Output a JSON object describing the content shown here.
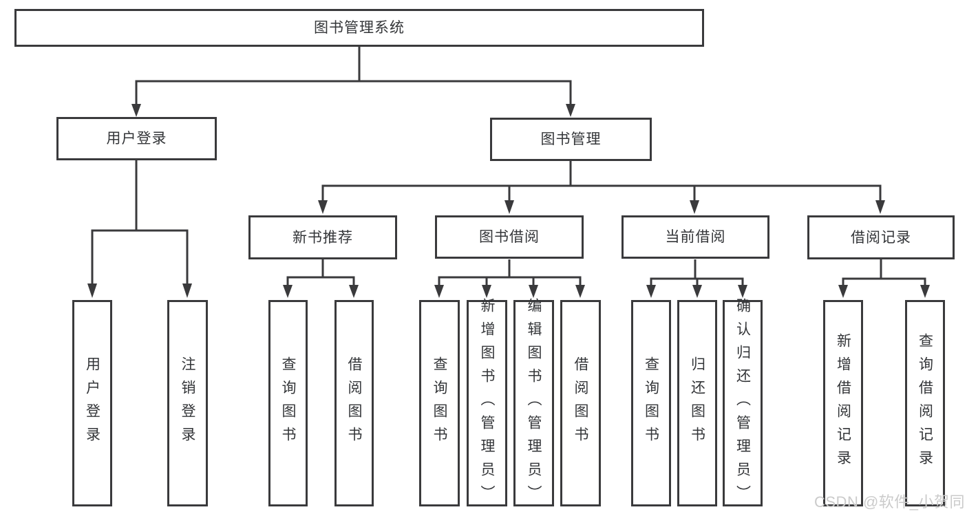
{
  "diagram": {
    "root": "图书管理系统",
    "level2": {
      "user_login": "用户登录",
      "book_management": "图书管理"
    },
    "level3": {
      "new_book_recommend": "新书推荐",
      "book_borrowing": "图书借阅",
      "current_borrowing": "当前借阅",
      "borrowing_records": "借阅记录"
    },
    "user_login_children": [
      "用户登录",
      "注销登录"
    ],
    "new_book_children": [
      "查询图书",
      "借阅图书"
    ],
    "book_borrowing_children": [
      "查询图书",
      "新增图书（管理员）",
      "编辑图书（管理员）",
      "借阅图书"
    ],
    "current_borrowing_children": [
      "查询图书",
      "归还图书",
      "确认归还（管理员）"
    ],
    "borrowing_records_children": [
      "新增借阅记录",
      "查询借阅记录"
    ],
    "colors": {
      "line": "#3a3a3c",
      "text": "#333538",
      "background": "#ffffff",
      "watermark": "#cbcbcb"
    }
  },
  "watermark": "CSDN @软件_小贺同学"
}
